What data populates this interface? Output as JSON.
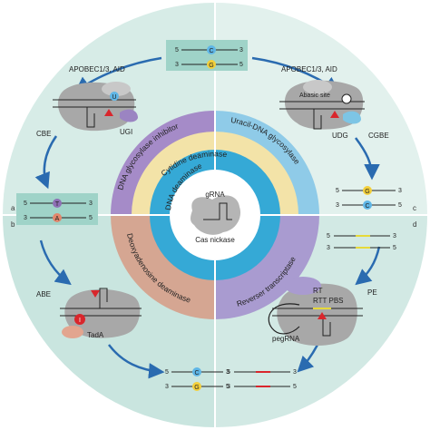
{
  "center": {
    "top_label": "gRNA",
    "bottom_label": "Cas nickase"
  },
  "ring_labels": {
    "dna_glycosylase_inhibitor": "DNA glycosylase inhibitor",
    "uracil_dna_glycosylase": "Uracil-DNA glycosylase",
    "cytidine_deaminase": "Cytidine deaminase",
    "dna_deaminase": "DNA deaminase",
    "deoxyadenosine_deaminase": "Deoxyadenosine deaminase",
    "reverse_transcriptase": "Reverser transcriptase"
  },
  "quadrant_letters": {
    "a": "a",
    "b": "b",
    "c": "c",
    "d": "d"
  },
  "top_box": {
    "five": "5",
    "three": "3",
    "base_top": "C",
    "base_bottom": "G"
  },
  "cbe": {
    "enzyme_label": "APOBEC1/3, AID",
    "editor_label": "CBE",
    "ugi_label": "UGI",
    "base": "U",
    "result": {
      "five": "5",
      "three": "3",
      "base_top": "T",
      "base_bottom": "A"
    }
  },
  "cgbe": {
    "enzyme_label": "APOBEC1/3, AID",
    "abasic_label": "Abasic site",
    "udg_label": "UDG",
    "editor_label": "CGBE",
    "result": {
      "five": "5",
      "three": "3",
      "base_top": "G",
      "base_bottom": "C"
    }
  },
  "abe": {
    "editor_label": "ABE",
    "tada_label": "TadA",
    "base": "I",
    "result": {
      "five": "5",
      "three": "3",
      "base_top": "C",
      "base_bottom": "G"
    }
  },
  "pe": {
    "editor_label": "PE",
    "rt_label": "RT",
    "rtt_pbs_label": "RTT PBS",
    "pegrna_label": "pegRNA",
    "input": {
      "five": "5",
      "three": "3"
    },
    "output": {
      "five": "5",
      "three": "3"
    }
  },
  "colors": {
    "outer_circle": "#d7ece7",
    "divider": "#ffffff",
    "box_fill": "#9fd3c8",
    "purple_ring": "#a58bc8",
    "light_blue_ring": "#8fcbe8",
    "cream_ring": "#f3e3a8",
    "blue_ring": "#35a9d6",
    "salmon_ring": "#d5a692",
    "arrow": "#2a6bb0",
    "protein_gray": "#a8a8a8",
    "red_marker": "#d9262c",
    "base_blue": "#5fb6e6",
    "base_yellow": "#f3cf3a",
    "base_purple": "#8e6fb5",
    "base_salmon": "#e2866c"
  }
}
